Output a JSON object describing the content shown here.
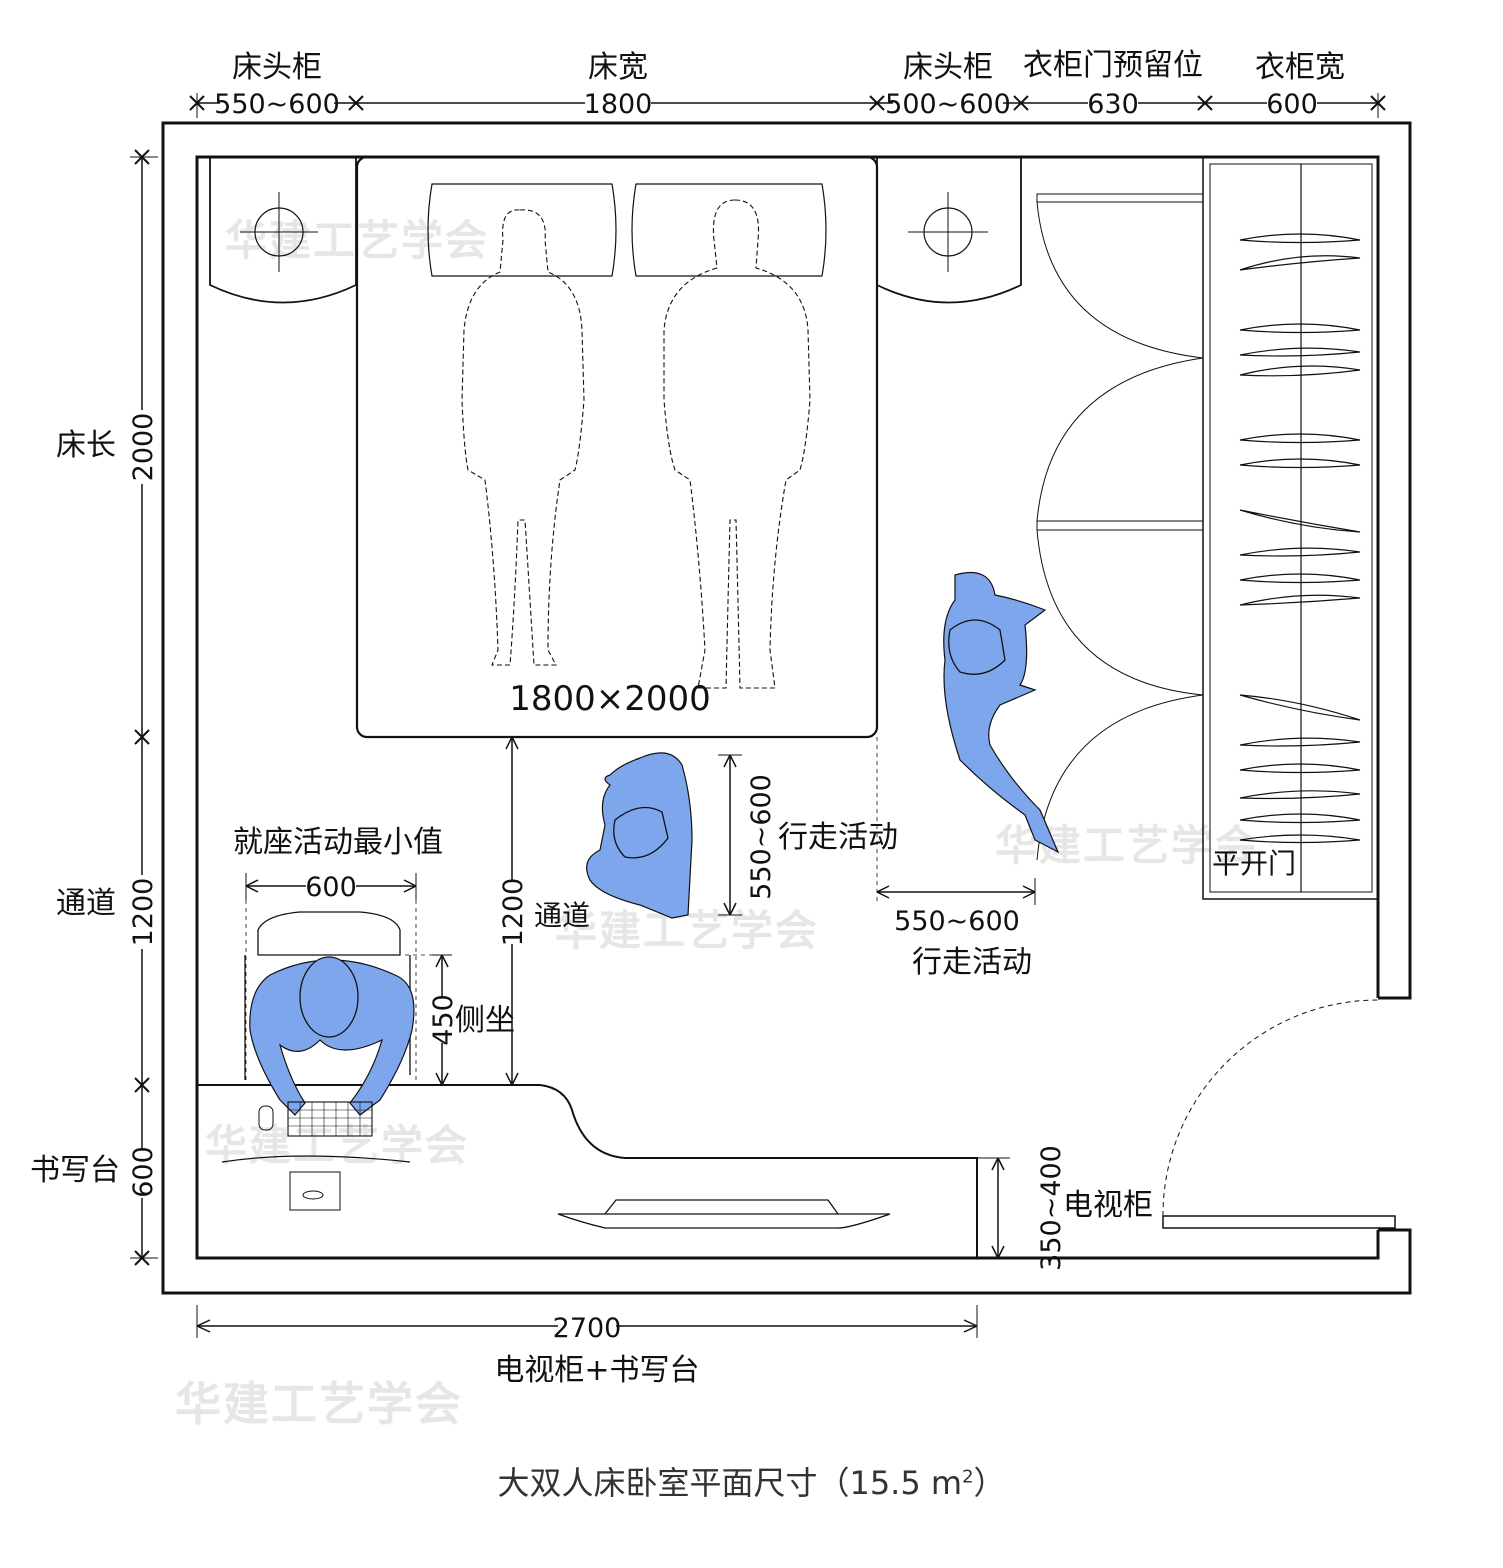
{
  "top_dims": {
    "nightstand_left": {
      "label": "床头柜",
      "value": "550~600"
    },
    "bed_width": {
      "label": "床宽",
      "value": "1800"
    },
    "nightstand_right": {
      "label": "床头柜",
      "value": "500~600"
    },
    "wardrobe_door_space": {
      "label": "衣柜门预留位",
      "value": "630"
    },
    "wardrobe_width": {
      "label": "衣柜宽",
      "value": "600"
    }
  },
  "left_dims": {
    "bed_length": {
      "label": "床长",
      "value": "2000"
    },
    "passage": {
      "label": "通道",
      "value": "1200"
    },
    "desk": {
      "label": "书写台",
      "value": "600"
    }
  },
  "bottom_dim": {
    "value": "2700",
    "label": "电视柜+书写台"
  },
  "bed_size": "1800×2000",
  "seated": {
    "label": "就座活动最小值",
    "value": "600",
    "side_value": "450",
    "side_label": "侧坐"
  },
  "passage_mid": {
    "value": "1200",
    "label": "通道"
  },
  "walking_person": {
    "value": "550~600",
    "label": "行走活动"
  },
  "walking_bottom": {
    "value": "550~600",
    "label": "行走活动"
  },
  "hinged_door": "平开门",
  "tv_cabinet": {
    "value": "350~400",
    "label": "电视柜"
  },
  "watermark": "华建工艺学会",
  "title": {
    "text": "大双人床卧室平面尺寸（15.5 m",
    "sup": "2",
    "close": "）"
  },
  "colors": {
    "person_fill": "#7ea6ec",
    "line": "#111111",
    "watermark": "#e6e6e6"
  }
}
